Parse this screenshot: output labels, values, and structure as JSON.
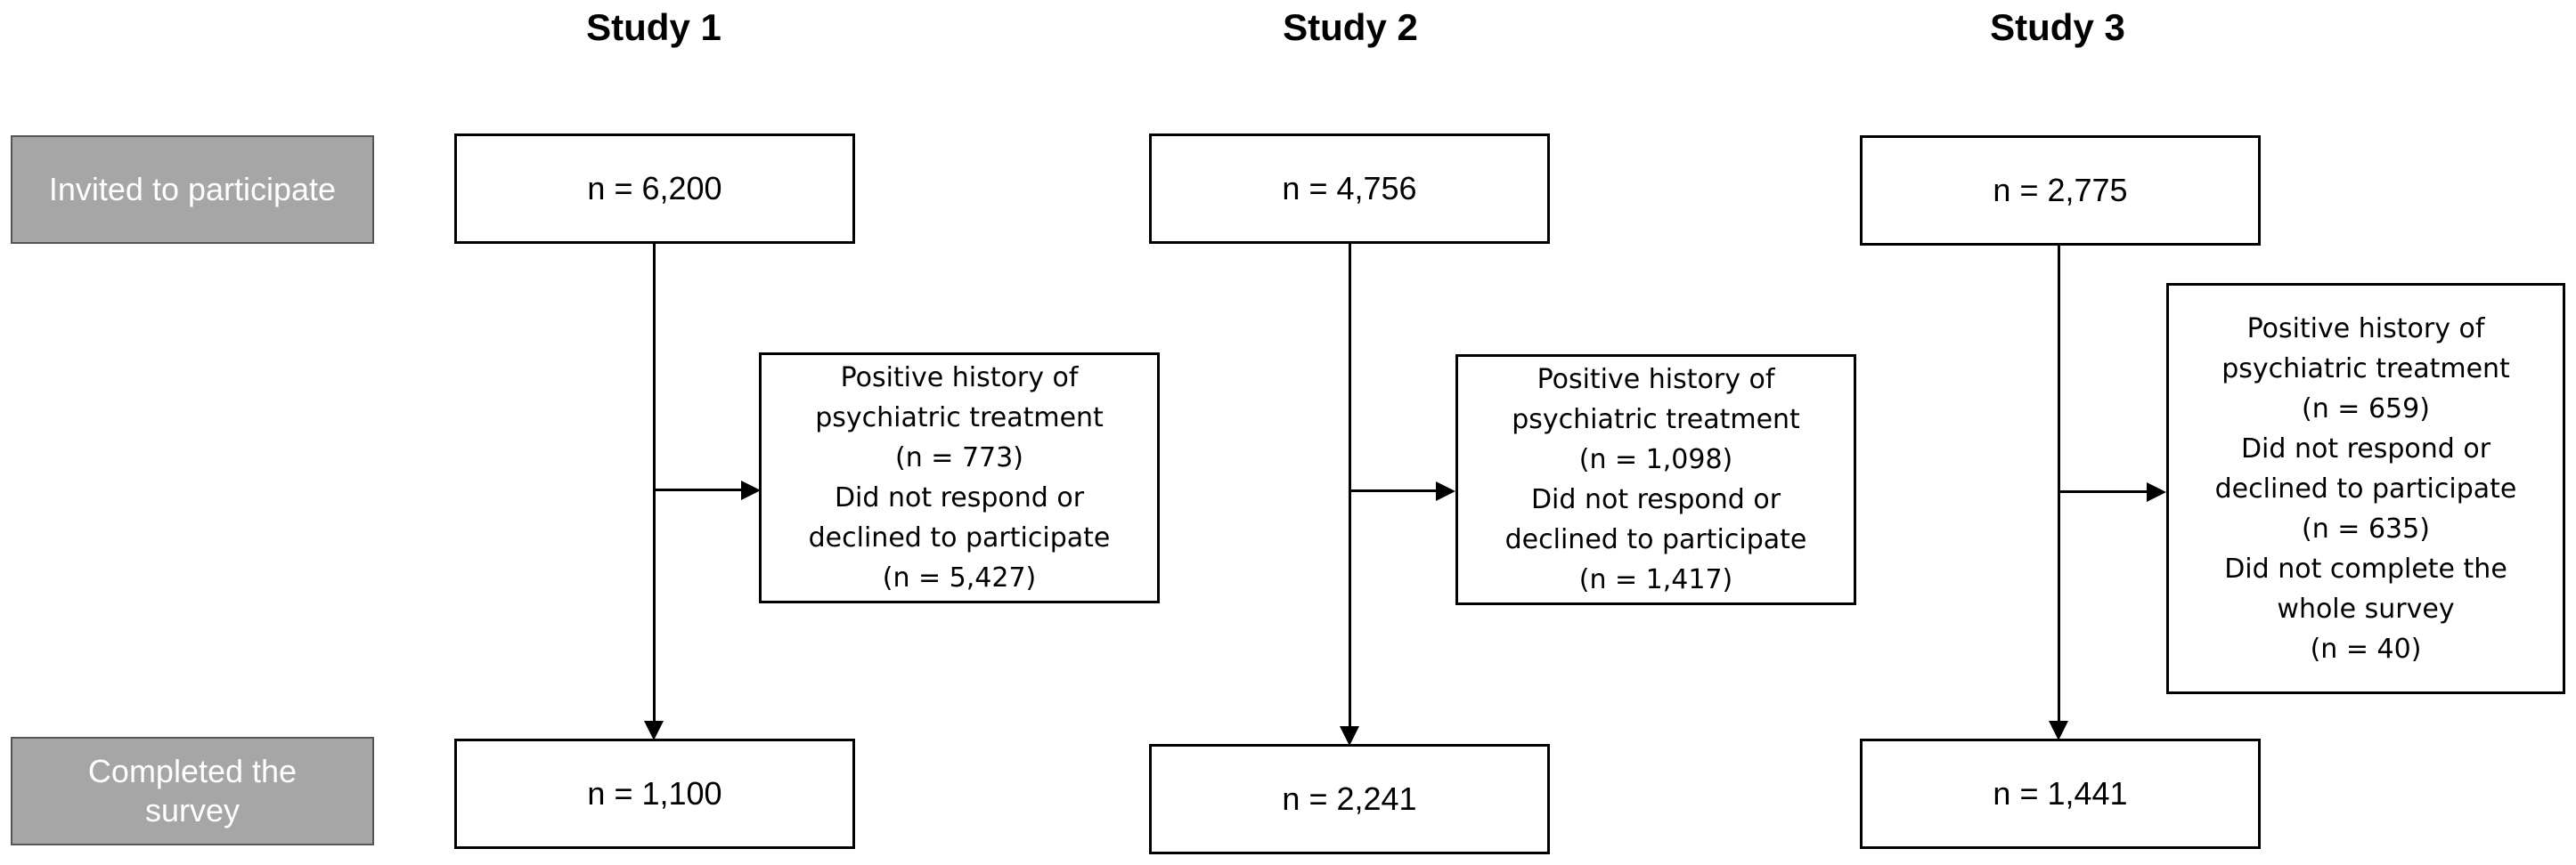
{
  "row_labels": {
    "invited": "Invited to participate",
    "completed_line1": "Completed the",
    "completed_line2": "survey"
  },
  "studies": [
    {
      "title": "Study 1",
      "invited": "n = 6,200",
      "exclusions": [
        "Positive history of",
        "psychiatric treatment",
        "(n = 773)",
        "Did not respond or",
        "declined to participate",
        "(n = 5,427)"
      ],
      "completed": "n = 1,100"
    },
    {
      "title": "Study 2",
      "invited": "n = 4,756",
      "exclusions": [
        "Positive history of",
        "psychiatric treatment",
        "(n = 1,098)",
        "Did not respond or",
        "declined to participate",
        "(n = 1,417)"
      ],
      "completed": "n = 2,241"
    },
    {
      "title": "Study 3",
      "invited": "n = 2,775",
      "exclusions": [
        "Positive history of",
        "psychiatric treatment",
        "(n = 659)",
        "Did not respond or",
        "declined to participate",
        "(n = 635)",
        "Did not complete the",
        "whole survey",
        "(n = 40)"
      ],
      "completed": "n = 1,441"
    }
  ],
  "colors": {
    "label_fill": "#a6a6a6",
    "label_text": "#ffffff",
    "line": "#000000"
  }
}
